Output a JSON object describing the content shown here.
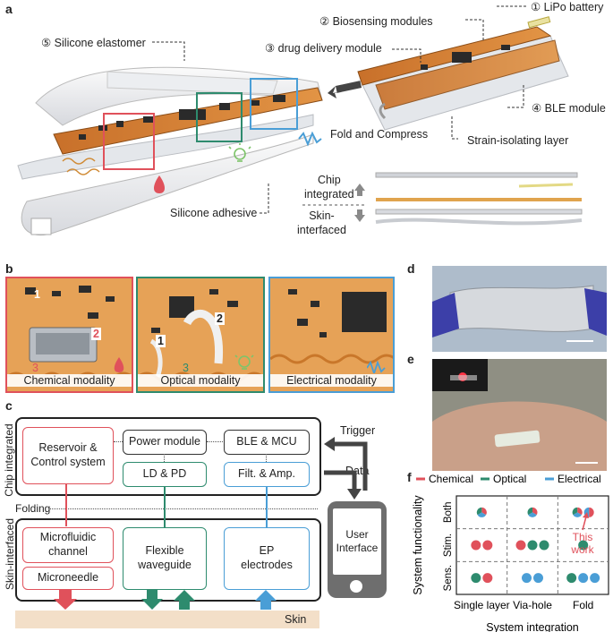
{
  "panels": {
    "a": "a",
    "b": "b",
    "c": "c",
    "d": "d",
    "e": "e",
    "f": "f"
  },
  "panel_a": {
    "labels": {
      "silicone_elastomer": "⑤ Silicone elastomer",
      "biosensing": "② Biosensing modules",
      "lipo": "① LiPo battery",
      "drug_delivery": "③ drug delivery module",
      "ble": "④ BLE module",
      "fold_compress": "Fold and Compress",
      "strain_isolating": "Strain-isolating layer",
      "silicone_adhesive": "Silicone adhesive",
      "chip_integrated": "Chip\nintegrated",
      "skin_interfaced": "Skin-\ninterfaced"
    }
  },
  "panel_b": {
    "captions": [
      "Chemical modality",
      "Optical modality",
      "Electrical modality"
    ],
    "num_labels": {
      "c1": "1",
      "c2": "2",
      "c3": "3",
      "o1": "1",
      "o2": "2",
      "o3": "3"
    }
  },
  "panel_c": {
    "side_top": "Chip integrated",
    "side_bottom": "Skin-interfaced",
    "folding": "Folding",
    "reservoir": "Reservoir &\nControl system",
    "power": "Power module",
    "ble_mcu": "BLE & MCU",
    "ld_pd": "LD & PD",
    "filt_amp": "Filt. & Amp.",
    "microfluidic": "Microfluidic\nchannel",
    "microneedle": "Microneedle",
    "waveguide": "Flexible\nwaveguide",
    "ep": "EP\nelectrodes",
    "trigger": "Trigger",
    "data": "Data",
    "user_interface": "User\nInterface",
    "skin": "Skin"
  },
  "colors": {
    "chemical": "#e0515b",
    "optical": "#2e8b6e",
    "electrical": "#4a9ed6",
    "pcb": "#d9873a",
    "skin": "#f3dfc8"
  },
  "chart_data": {
    "type": "scatter",
    "xlabel": "System integration",
    "ylabel": "System functionality",
    "x_categories": [
      "Single layer",
      "Via-hole",
      "Fold"
    ],
    "y_categories": [
      "Sens.",
      "Stim.",
      "Both"
    ],
    "legend": [
      "Chemical",
      "Optical",
      "Electrical"
    ],
    "legend_position": "top",
    "annotation": "This\nwork",
    "points": [
      {
        "x": "Single layer",
        "y": "Both",
        "kind": "mixed-ceo"
      },
      {
        "x": "Single layer",
        "y": "Stim.",
        "kind": "Chemical"
      },
      {
        "x": "Single layer",
        "y": "Stim.",
        "kind": "Chemical"
      },
      {
        "x": "Single layer",
        "y": "Sens.",
        "kind": "Optical"
      },
      {
        "x": "Single layer",
        "y": "Sens.",
        "kind": "Chemical"
      },
      {
        "x": "Via-hole",
        "y": "Both",
        "kind": "mixed-ceo"
      },
      {
        "x": "Via-hole",
        "y": "Stim.",
        "kind": "Chemical"
      },
      {
        "x": "Via-hole",
        "y": "Stim.",
        "kind": "Optical"
      },
      {
        "x": "Via-hole",
        "y": "Stim.",
        "kind": "Optical"
      },
      {
        "x": "Via-hole",
        "y": "Sens.",
        "kind": "Electrical"
      },
      {
        "x": "Via-hole",
        "y": "Sens.",
        "kind": "Electrical"
      },
      {
        "x": "Fold",
        "y": "Both",
        "kind": "mixed-ceo"
      },
      {
        "x": "Fold",
        "y": "Both",
        "kind": "mixed-ce"
      },
      {
        "x": "Fold",
        "y": "Stim.",
        "kind": "Optical"
      },
      {
        "x": "Fold",
        "y": "Sens.",
        "kind": "Optical"
      },
      {
        "x": "Fold",
        "y": "Sens.",
        "kind": "Electrical"
      },
      {
        "x": "Fold",
        "y": "Sens.",
        "kind": "Electrical"
      }
    ]
  }
}
